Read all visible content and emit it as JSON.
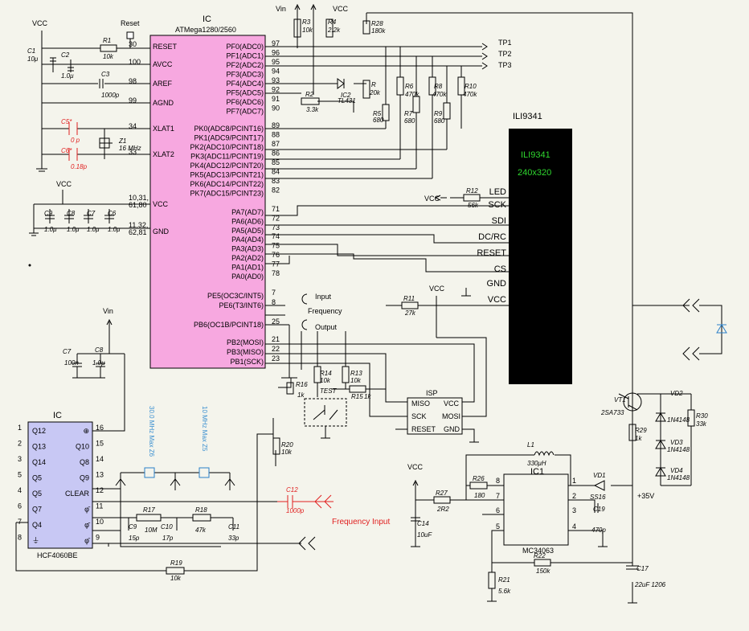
{
  "mcu": {
    "ref": "IC",
    "part": "ATMega1280/2560",
    "left_pins": [
      {
        "name": "RESET",
        "num": "30"
      },
      {
        "name": "AVCC",
        "num": "100"
      },
      {
        "name": "AREF",
        "num": "98"
      },
      {
        "name": "AGND",
        "num": "99"
      },
      {
        "name": "XLAT1",
        "num": "34"
      },
      {
        "name": "XLAT2",
        "num": "33"
      },
      {
        "name": "VCC",
        "num": "10,31,\n61,80"
      },
      {
        "name": "GND",
        "num": "11,32,\n62,81"
      }
    ],
    "right_pins": [
      {
        "name": "PF0(ADC0)",
        "num": "97"
      },
      {
        "name": "PF1(ADC1)",
        "num": "96"
      },
      {
        "name": "PF2(ADC2)",
        "num": "95"
      },
      {
        "name": "PF3(ADC3)",
        "num": "94"
      },
      {
        "name": "PF4(ADC4)",
        "num": "93"
      },
      {
        "name": "PF5(ADC5)",
        "num": "92"
      },
      {
        "name": "PF6(ADC6)",
        "num": "91"
      },
      {
        "name": "PF7(ADC7)",
        "num": "90"
      },
      {
        "name": "PK0(ADC8/PCINT16)",
        "num": "89"
      },
      {
        "name": "PK1(ADC9/PCINT17)",
        "num": "88"
      },
      {
        "name": "PK2(ADC10/PCINT18)",
        "num": "87"
      },
      {
        "name": "PK3(ADC11/PCINT19)",
        "num": "86"
      },
      {
        "name": "PK4(ADC12/PCINT20)",
        "num": "85"
      },
      {
        "name": "PK5(ADC13/PCINT21)",
        "num": "84"
      },
      {
        "name": "PK6(ADC14/PCINT22)",
        "num": "83"
      },
      {
        "name": "PK7(ADC15/PCINT23)",
        "num": "82"
      },
      {
        "name": "PA7(AD7)",
        "num": "71"
      },
      {
        "name": "PA6(AD6)",
        "num": "72"
      },
      {
        "name": "PA5(AD5)",
        "num": "73"
      },
      {
        "name": "PA4(AD4)",
        "num": "74"
      },
      {
        "name": "PA3(AD3)",
        "num": "75"
      },
      {
        "name": "PA2(AD2)",
        "num": "76"
      },
      {
        "name": "PA1(AD1)",
        "num": "77"
      },
      {
        "name": "PA0(AD0)",
        "num": "78"
      },
      {
        "name": "PE5(OC3C/INT5)",
        "num": "7"
      },
      {
        "name": "PE6(T3/INT6)",
        "num": "8"
      },
      {
        "name": "PB6(OC1B/PCINT18)",
        "num": "25"
      },
      {
        "name": "PB2(MOSI)",
        "num": "21"
      },
      {
        "name": "PB3(MISO)",
        "num": "22"
      },
      {
        "name": "PB1(SCK)",
        "num": "23"
      }
    ]
  },
  "display": {
    "title": "ILI9341",
    "panel_name": "ILI9341",
    "panel_res": "240x320",
    "pins": [
      "LED",
      "SCK",
      "SDI",
      "DC/RC",
      "RESET",
      "CS",
      "GND",
      "VCC"
    ],
    "panel_color": "#000000",
    "text_color": "#2fd82f"
  },
  "power_labels": {
    "vcc": "VCC",
    "vin": "Vin",
    "reset": "Reset",
    "plus35": "+35V"
  },
  "testpoints": [
    "TP1",
    "TP2",
    "TP3"
  ],
  "signals": {
    "input": "Input",
    "frequency": "Frequency",
    "output": "Output",
    "freq_input": "Frequency Input",
    "test": "TEST"
  },
  "isp": {
    "title": "ISP",
    "pins_left": [
      "MISO",
      "SCK",
      "RESET"
    ],
    "pins_right": [
      "VCC",
      "MOSI",
      "GND"
    ]
  },
  "counter": {
    "ref": "IC",
    "part": "HCF4060BE",
    "left": [
      {
        "n": "Q12",
        "p": "1"
      },
      {
        "n": "Q13",
        "p": "2"
      },
      {
        "n": "Q14",
        "p": "3"
      },
      {
        "n": "Q5",
        "p": "5"
      },
      {
        "n": "Q5",
        "p": "4"
      },
      {
        "n": "Q7",
        "p": "6"
      },
      {
        "n": "Q4",
        "p": "7"
      },
      {
        "n": "⏚",
        "p": "8"
      }
    ],
    "right": [
      {
        "n": "⊕",
        "p": "16"
      },
      {
        "n": "Q10",
        "p": "15"
      },
      {
        "n": "Q8",
        "p": "14"
      },
      {
        "n": "Q9",
        "p": "13"
      },
      {
        "n": "CLEAR",
        "p": "12"
      },
      {
        "n": "φ̄",
        "p": "11"
      },
      {
        "n": "φ̄",
        "p": "10"
      },
      {
        "n": "φ̄",
        "p": "9"
      }
    ],
    "fill": "#c8c8f4"
  },
  "crystals": {
    "z6": "30.0 MHz Max Z6",
    "z5": "10 MHz Max Z5"
  },
  "regulator": {
    "ref": "IC1",
    "part": "MC34063",
    "pins": [
      "8",
      "7",
      "6",
      "5",
      "1",
      "2",
      "3",
      "4"
    ]
  },
  "components": {
    "R1": {
      "ref": "R1",
      "val": "10k"
    },
    "C1": {
      "ref": "C1",
      "val": "10μ"
    },
    "C2": {
      "ref": "C2",
      "val": "1.0μ"
    },
    "C3": {
      "ref": "C3",
      "val": "1000p"
    },
    "C5": {
      "ref": "C5*",
      "val": "0 p"
    },
    "C6": {
      "ref": "C6*",
      "val": "0.18p"
    },
    "Z1": {
      "ref": "Z1",
      "val": "16 MHz"
    },
    "C9": {
      "ref": "C9",
      "val": "1.0μ"
    },
    "C8": {
      "ref": "C8",
      "val": "1.0μ"
    },
    "C7": {
      "ref": "C7",
      "val": "1.0μ"
    },
    "C6b": {
      "ref": "C6",
      "val": "1.0μ"
    },
    "R3": {
      "ref": "R3",
      "val": "10k"
    },
    "R4": {
      "ref": "R4",
      "val": "2.2k"
    },
    "R28": {
      "ref": "R28",
      "val": "180k"
    },
    "R2": {
      "ref": "R2",
      "val": "3.3k"
    },
    "IC2": {
      "ref": "IC2",
      "val": "TL431"
    },
    "R": {
      "ref": "R",
      "val": "20k"
    },
    "R5": {
      "ref": "R5",
      "val": "680"
    },
    "R6": {
      "ref": "R6",
      "val": "470k"
    },
    "R7": {
      "ref": "R7",
      "val": "680"
    },
    "R8": {
      "ref": "R8",
      "val": "470k"
    },
    "R9": {
      "ref": "R9",
      "val": "680"
    },
    "R10": {
      "ref": "R10",
      "val": "470k"
    },
    "R12": {
      "ref": "R12",
      "val": "56k"
    },
    "R11": {
      "ref": "R11",
      "val": "27k"
    },
    "R14": {
      "ref": "R14",
      "val": "10k"
    },
    "R13": {
      "ref": "R13",
      "val": "10k"
    },
    "R16": {
      "ref": "R16",
      "val": "1k"
    },
    "R15": {
      "ref": "R15",
      "val": "1k"
    },
    "R20": {
      "ref": "R20",
      "val": "10k"
    },
    "C7b": {
      "ref": "C7",
      "val": "100n"
    },
    "C8b": {
      "ref": "C8",
      "val": "1.0μ"
    },
    "C9b": {
      "ref": "C9",
      "val": "15p"
    },
    "R17": {
      "ref": "R17",
      "val": "10M"
    },
    "C10": {
      "ref": "C10",
      "val": "17p"
    },
    "R18": {
      "ref": "R18",
      "val": "47k"
    },
    "C11": {
      "ref": "C11",
      "val": "33p"
    },
    "C12": {
      "ref": "C12",
      "val": "1000p"
    },
    "R19": {
      "ref": "R19",
      "val": "10k"
    },
    "L1": {
      "ref": "L1",
      "val": "330μH"
    },
    "R26": {
      "ref": "R26",
      "val": "180"
    },
    "R27": {
      "ref": "R27",
      "val": "2R2"
    },
    "C14": {
      "ref": "C14",
      "val": "10uF"
    },
    "C19": {
      "ref": "C19",
      "val": "470p"
    },
    "VD1": {
      "ref": "VD1",
      "val": "SS16"
    },
    "R22": {
      "ref": "R22",
      "val": "150k"
    },
    "R21": {
      "ref": "R21",
      "val": "5.6k"
    },
    "C17": {
      "ref": "C17",
      "val": "22uF  1206"
    },
    "VT1": {
      "ref": "VT1",
      "val": "2SA733"
    },
    "R29": {
      "ref": "R29",
      "val": "1k"
    },
    "VD2": {
      "ref": "VD2",
      "val": "1N4148"
    },
    "VD3": {
      "ref": "VD3",
      "val": "1N4148"
    },
    "VD4": {
      "ref": "VD4",
      "val": "1N4148"
    },
    "R30": {
      "ref": "R30",
      "val": "33k"
    }
  }
}
